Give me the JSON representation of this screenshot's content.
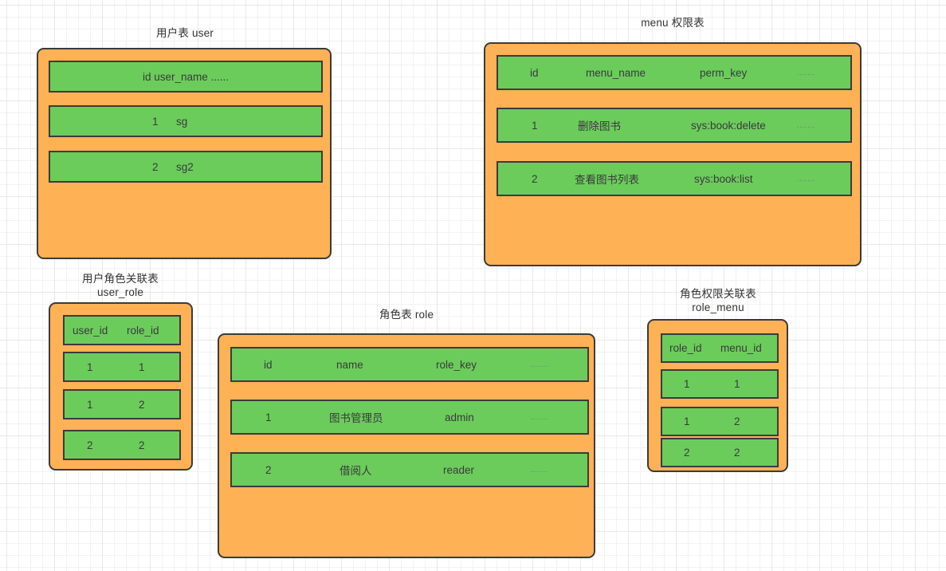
{
  "diagram": {
    "type": "er-table-diagram",
    "background": "#ffffff",
    "grid_color": "#e8e8e8",
    "colors": {
      "card_fill": "#ffb156",
      "row_fill": "#6bcc5c",
      "border": "#3b3b3b",
      "text": "#3a3a3a",
      "title_text": "#333333"
    },
    "ellipsis": "......."
  },
  "tables": [
    {
      "id": "user",
      "title": "用户表  user",
      "title_lines": [
        "用户表  user"
      ],
      "columns": [
        "id",
        "user_name",
        "......"
      ],
      "rows": [
        {
          "kind": "header",
          "cells": [
            "id user_name ......"
          ]
        },
        {
          "kind": "data",
          "cells": [
            "1",
            "sg"
          ]
        },
        {
          "kind": "data",
          "cells": [
            "2",
            "sg2"
          ]
        }
      ]
    },
    {
      "id": "menu",
      "title": "menu 权限表",
      "title_lines": [
        "menu 权限表"
      ],
      "columns": [
        "id",
        "menu_name",
        "perm_key",
        "......."
      ],
      "rows": [
        {
          "kind": "header",
          "cells": [
            "id",
            "menu_name",
            "perm_key",
            "......."
          ]
        },
        {
          "kind": "data",
          "cells": [
            "1",
            "删除图书",
            "sys:book:delete",
            "......."
          ]
        },
        {
          "kind": "data",
          "cells": [
            "2",
            "查看图书列表",
            "sys:book:list",
            "......."
          ]
        }
      ]
    },
    {
      "id": "user_role",
      "title": "用户角色关联表\nuser_role",
      "title_lines": [
        "用户角色关联表",
        "user_role"
      ],
      "columns": [
        "user_id",
        "role_id"
      ],
      "rows": [
        {
          "kind": "header",
          "cells": [
            "user_id",
            "role_id"
          ]
        },
        {
          "kind": "data",
          "cells": [
            "1",
            "1"
          ]
        },
        {
          "kind": "data",
          "cells": [
            "1",
            "2"
          ]
        },
        {
          "kind": "data",
          "cells": [
            "2",
            "2"
          ]
        }
      ]
    },
    {
      "id": "role",
      "title": "角色表  role",
      "title_lines": [
        "角色表  role"
      ],
      "columns": [
        "id",
        "name",
        "role_key",
        "......."
      ],
      "rows": [
        {
          "kind": "header",
          "cells": [
            "id",
            "name",
            "role_key",
            "......."
          ]
        },
        {
          "kind": "data",
          "cells": [
            "1",
            "图书管理员",
            "admin",
            "......."
          ]
        },
        {
          "kind": "data",
          "cells": [
            "2",
            "借阅人",
            "reader",
            "......."
          ]
        }
      ]
    },
    {
      "id": "role_menu",
      "title": "角色权限关联表\nrole_menu",
      "title_lines": [
        "角色权限关联表",
        "role_menu"
      ],
      "columns": [
        "role_id",
        "menu_id"
      ],
      "rows": [
        {
          "kind": "header",
          "cells": [
            "role_id",
            "menu_id"
          ]
        },
        {
          "kind": "data",
          "cells": [
            "1",
            "1"
          ]
        },
        {
          "kind": "data",
          "cells": [
            "1",
            "2"
          ]
        },
        {
          "kind": "data",
          "cells": [
            "2",
            "2"
          ]
        }
      ]
    }
  ]
}
